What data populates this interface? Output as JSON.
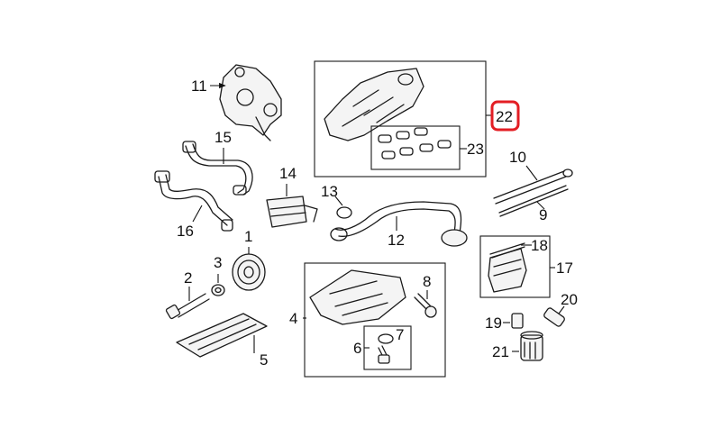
{
  "diagram": {
    "highlight_color": "#e31e24",
    "line_color": "#1a1a1a",
    "callouts": {
      "c1": "1",
      "c2": "2",
      "c3": "3",
      "c4": "4",
      "c5": "5",
      "c6": "6",
      "c7": "7",
      "c8": "8",
      "c9": "9",
      "c10": "10",
      "c11": "11",
      "c12": "12",
      "c13": "13",
      "c14": "14",
      "c15": "15",
      "c16": "16",
      "c17": "17",
      "c18": "18",
      "c19": "19",
      "c20": "20",
      "c21": "21",
      "c22": "22",
      "c23": "23"
    },
    "highlighted_callout": "22"
  }
}
